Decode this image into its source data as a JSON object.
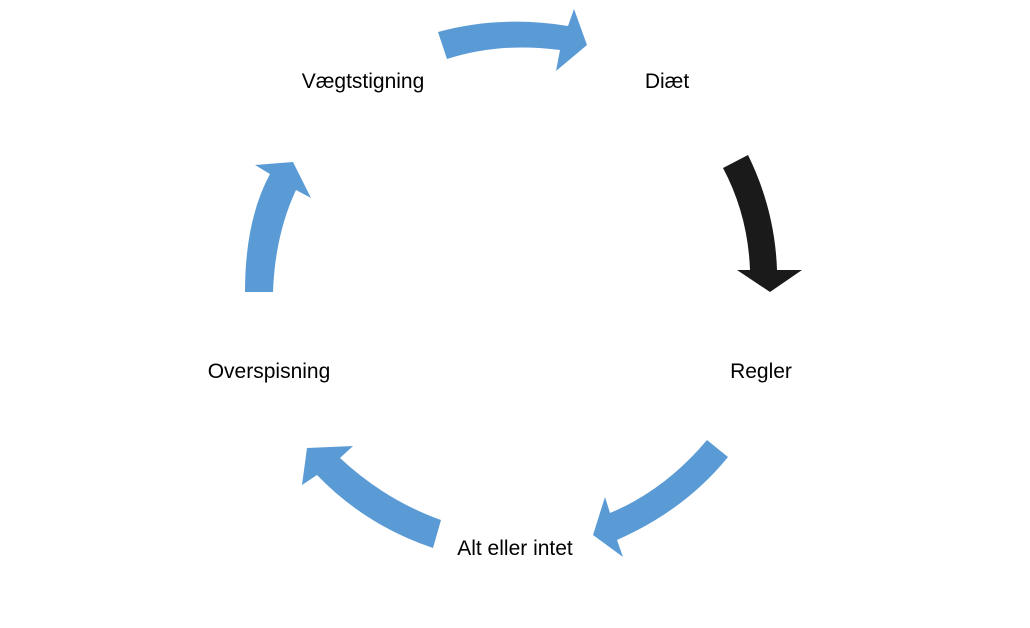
{
  "diagram": {
    "title": "",
    "nodes": [
      {
        "id": "diaet",
        "label": "Diæt"
      },
      {
        "id": "regler",
        "label": "Regler"
      },
      {
        "id": "alt",
        "label": "Alt eller intet"
      },
      {
        "id": "overspisning",
        "label": "Overspisning"
      },
      {
        "id": "vaegt",
        "label": "Vægtstigning"
      }
    ],
    "edges": [
      {
        "from": "vaegt",
        "to": "diaet",
        "color": "#5B9BD5"
      },
      {
        "from": "diaet",
        "to": "regler",
        "color": "#1A1A1A"
      },
      {
        "from": "regler",
        "to": "alt",
        "color": "#5B9BD5"
      },
      {
        "from": "alt",
        "to": "overspisning",
        "color": "#5B9BD5"
      },
      {
        "from": "overspisning",
        "to": "vaegt",
        "color": "#5B9BD5"
      }
    ]
  }
}
